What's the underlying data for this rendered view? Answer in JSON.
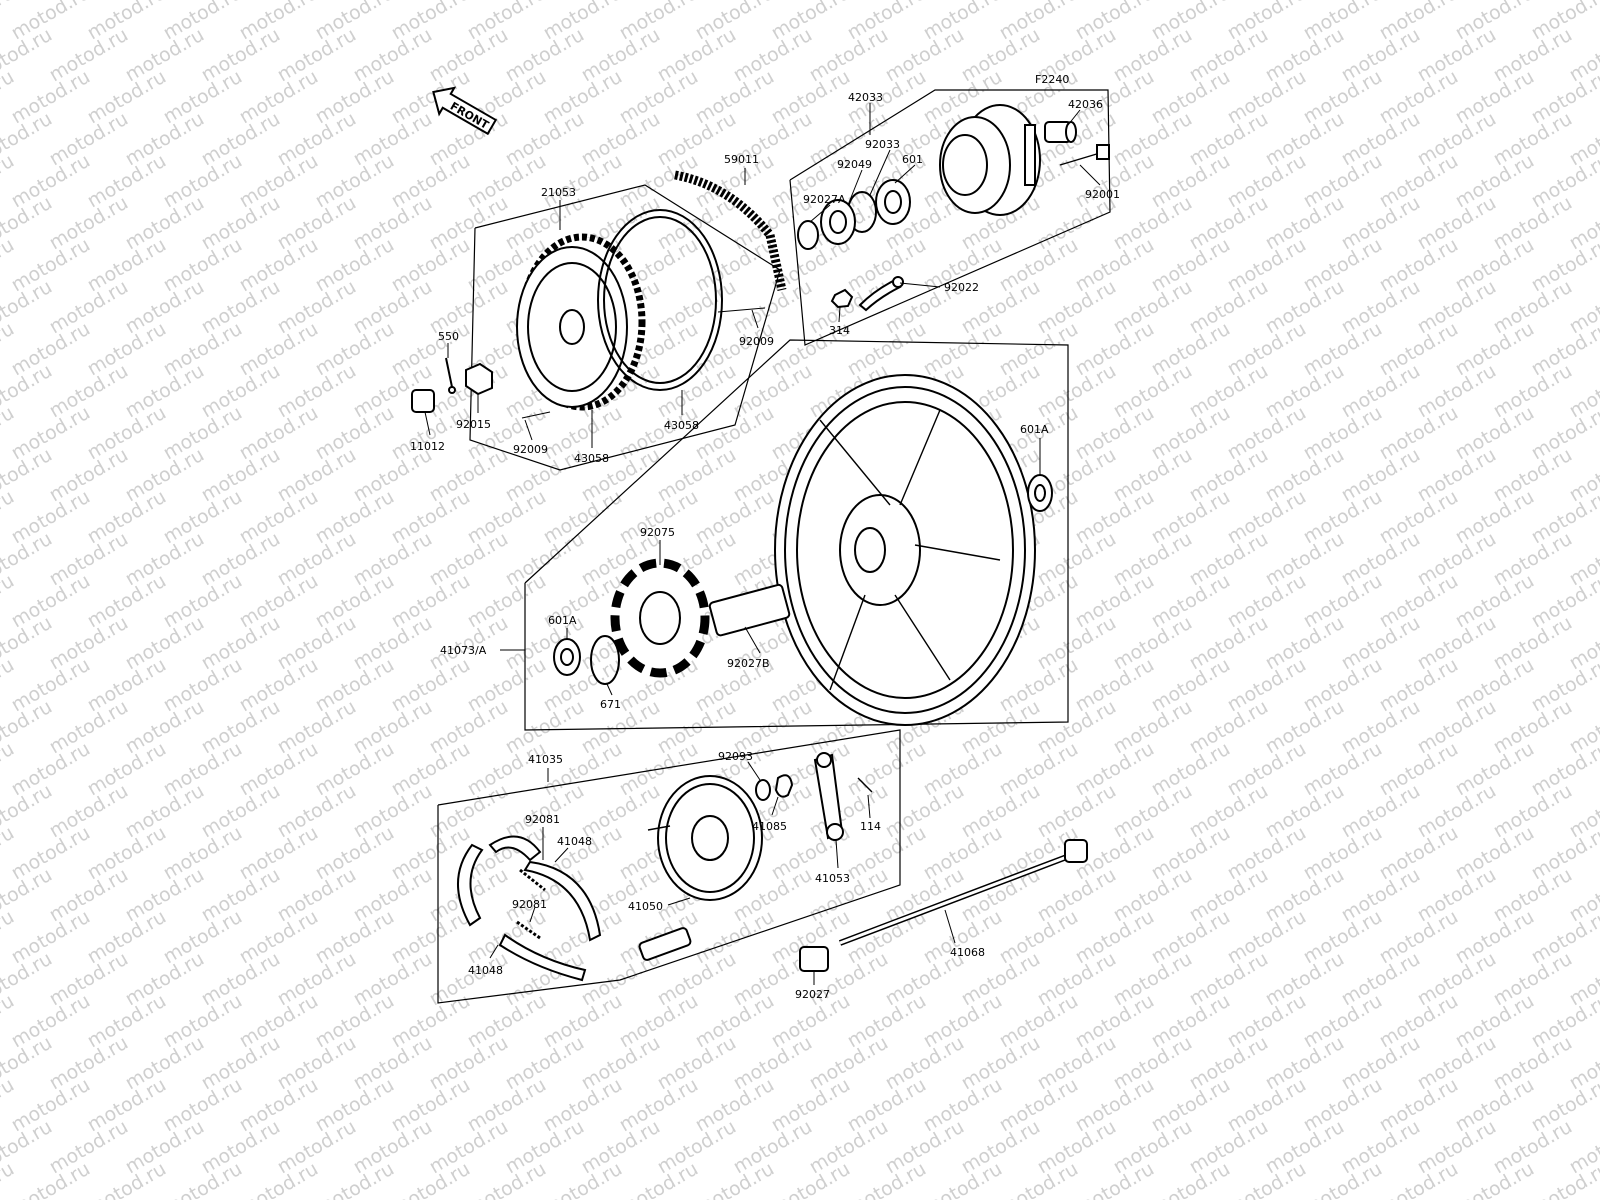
{
  "watermark": "motod.ru",
  "figure_code": "F2240",
  "front_arrow": "FRONT",
  "labels": {
    "p42033": "42033",
    "p42036": "42036",
    "p92033": "92033",
    "p92049": "92049",
    "p601": "601",
    "p92027A": "92027A",
    "p92001": "92001",
    "p92022": "92022",
    "p314": "314",
    "p59011": "59011",
    "p21053": "21053",
    "p550": "550",
    "p92015": "92015",
    "p11012": "11012",
    "p92009a": "92009",
    "p92009b": "92009",
    "p43058a": "43058",
    "p43058b": "43058",
    "p601A_a": "601A",
    "p92075": "92075",
    "p601A_b": "601A",
    "p41073A": "41073/A",
    "p671": "671",
    "p92027B": "92027B",
    "p41035": "41035",
    "p92093": "92093",
    "p41085": "41085",
    "p114": "114",
    "p41053": "41053",
    "p92081a": "92081",
    "p41048a": "41048",
    "p92081b": "92081",
    "p41048b": "41048",
    "p41050": "41050",
    "p41068": "41068",
    "p92027": "92027"
  }
}
